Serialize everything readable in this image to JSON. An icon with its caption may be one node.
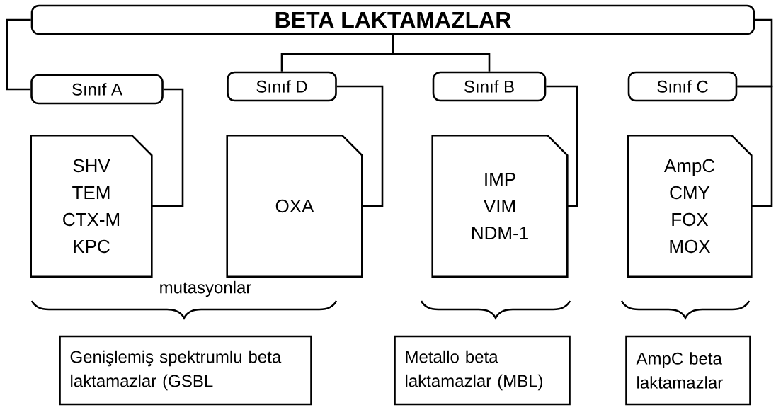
{
  "diagram": {
    "nodes": [
      {
        "text": [
          "BETA LAKTAMAZLAR"
        ]
      },
      {
        "text": [
          "Sınıf A"
        ]
      },
      {
        "text": [
          "Sınıf D"
        ]
      },
      {
        "text": [
          "Sınıf B"
        ]
      },
      {
        "text": [
          "Sınıf C"
        ]
      },
      {
        "text": [
          "SHV",
          "TEM",
          "CTX-M",
          "KPC"
        ]
      },
      {
        "text": [
          "OXA"
        ]
      },
      {
        "text": [
          "IMP",
          "VIM",
          "NDM-1"
        ]
      },
      {
        "text": [
          "AmpC",
          "CMY",
          "FOX",
          "MOX"
        ]
      },
      {
        "text": [
          "Genişlemiş spektrumlu beta laktamazlar (GSBL"
        ]
      },
      {
        "text": [
          "Metallo beta laktamazlar (MBL)"
        ]
      },
      {
        "text": [
          "AmpC beta laktamazlar"
        ]
      }
    ],
    "edges": [
      {
        "from": 0,
        "to": 1,
        "arrow": "none"
      },
      {
        "from": 0,
        "to": 2,
        "arrow": "none"
      },
      {
        "from": 0,
        "to": 3,
        "arrow": "none"
      },
      {
        "from": 0,
        "to": 4,
        "arrow": "none"
      },
      {
        "from": 1,
        "to": 5,
        "arrow": "none"
      },
      {
        "from": 2,
        "to": 6,
        "arrow": "none"
      },
      {
        "from": 3,
        "to": 7,
        "arrow": "none"
      },
      {
        "from": 4,
        "to": 8,
        "arrow": "none"
      }
    ],
    "labels": [
      "mutasyonlar"
    ]
  }
}
